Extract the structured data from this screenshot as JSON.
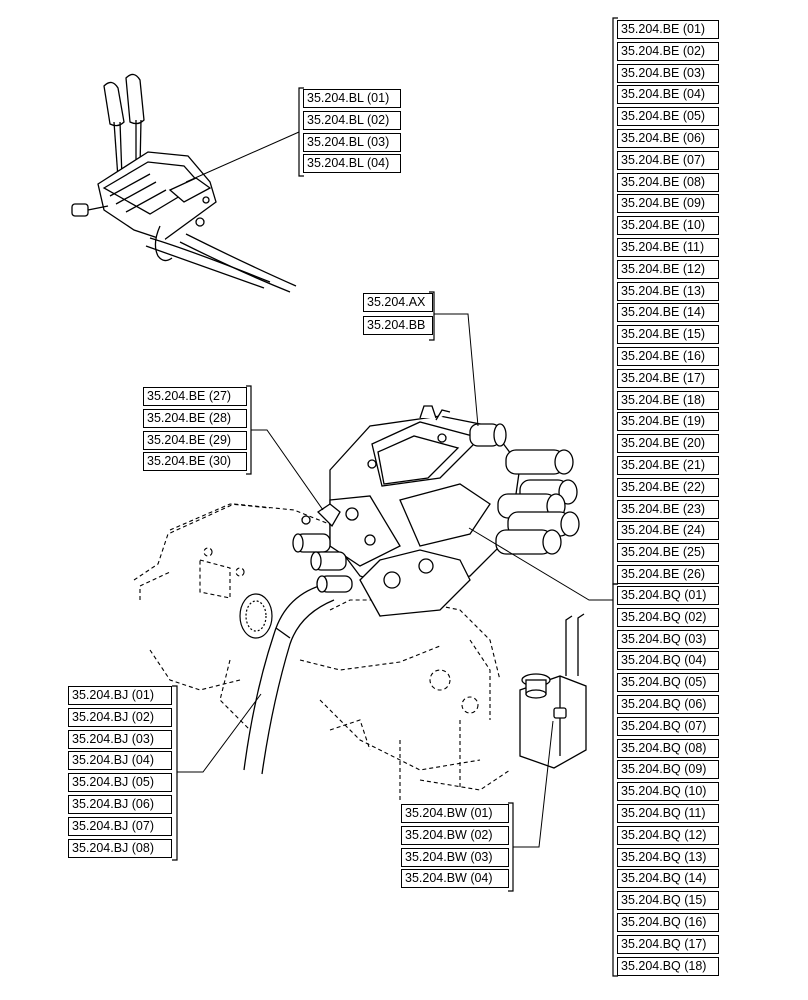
{
  "groups": {
    "bl": {
      "labels": [
        "35.204.BL (01)",
        "35.204.BL (02)",
        "35.204.BL (03)",
        "35.204.BL (04)"
      ]
    },
    "be_right": {
      "labels": [
        "35.204.BE (01)",
        "35.204.BE (02)",
        "35.204.BE (03)",
        "35.204.BE (04)",
        "35.204.BE (05)",
        "35.204.BE (06)",
        "35.204.BE (07)",
        "35.204.BE (08)",
        "35.204.BE (09)",
        "35.204.BE (10)",
        "35.204.BE (11)",
        "35.204.BE (12)",
        "35.204.BE (13)",
        "35.204.BE (14)",
        "35.204.BE (15)",
        "35.204.BE (16)",
        "35.204.BE (17)",
        "35.204.BE (18)",
        "35.204.BE (19)",
        "35.204.BE (20)",
        "35.204.BE (21)",
        "35.204.BE (22)",
        "35.204.BE (23)",
        "35.204.BE (24)",
        "35.204.BE (25)",
        "35.204.BE (26)"
      ]
    },
    "bq": {
      "labels": [
        "35.204.BQ (01)",
        "35.204.BQ (02)",
        "35.204.BQ (03)",
        "35.204.BQ (04)",
        "35.204.BQ (05)",
        "35.204.BQ (06)",
        "35.204.BQ (07)",
        "35.204.BQ (08)",
        "35.204.BQ (09)",
        "35.204.BQ (10)",
        "35.204.BQ (11)",
        "35.204.BQ (12)",
        "35.204.BQ (13)",
        "35.204.BQ (14)",
        "35.204.BQ (15)",
        "35.204.BQ (16)",
        "35.204.BQ (17)",
        "35.204.BQ (18)"
      ]
    },
    "ax_bb": {
      "labels": [
        "35.204.AX",
        "35.204.BB"
      ]
    },
    "be_left": {
      "labels": [
        "35.204.BE (27)",
        "35.204.BE (28)",
        "35.204.BE (29)",
        "35.204.BE (30)"
      ]
    },
    "bj": {
      "labels": [
        "35.204.BJ (01)",
        "35.204.BJ (02)",
        "35.204.BJ (03)",
        "35.204.BJ (04)",
        "35.204.BJ (05)",
        "35.204.BJ (06)",
        "35.204.BJ (07)",
        "35.204.BJ (08)"
      ]
    },
    "bw": {
      "labels": [
        "35.204.BW (01)",
        "35.204.BW (02)",
        "35.204.BW (03)",
        "35.204.BW (04)"
      ]
    }
  }
}
